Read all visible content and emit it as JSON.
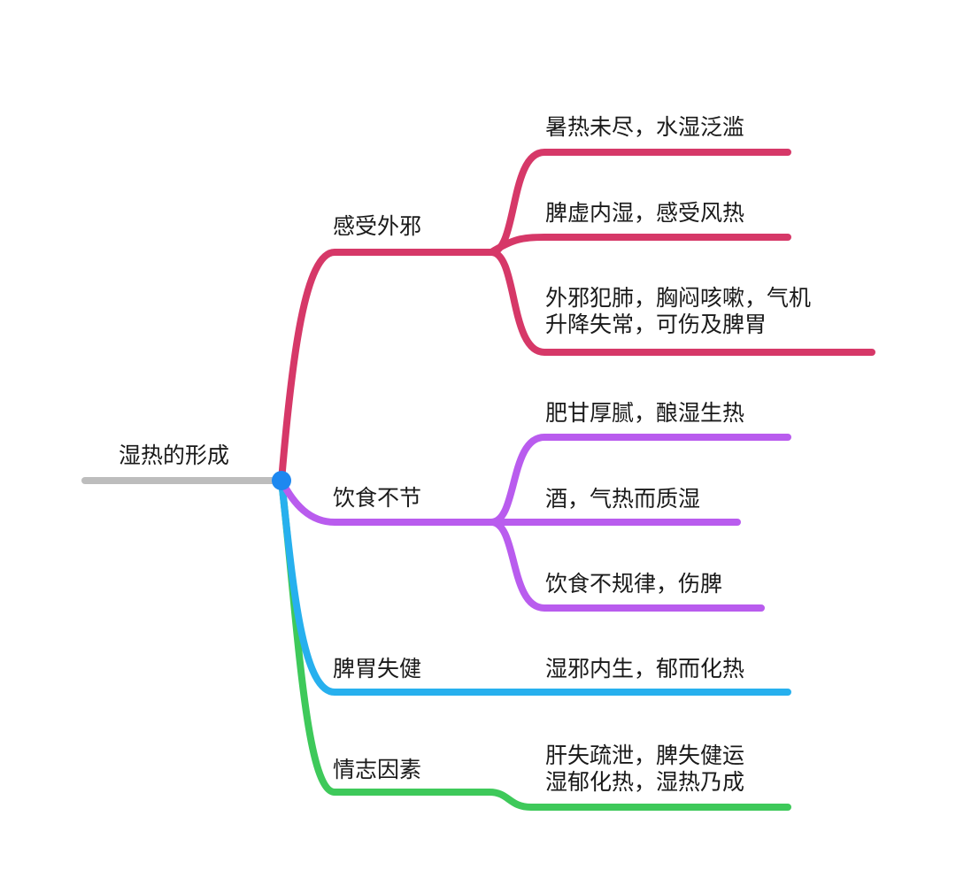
{
  "diagram": {
    "root": {
      "label": "湿热的形成",
      "line_color": "#bdbdbd",
      "dot_color": "#1e88f0"
    },
    "branches": [
      {
        "id": "ganshou-waixie",
        "label": "感受外邪",
        "color": "#d63868",
        "children": [
          {
            "lines": [
              "暑热未尽，水湿泛滥"
            ]
          },
          {
            "lines": [
              "脾虚内湿，感受风热"
            ]
          },
          {
            "lines": [
              "外邪犯肺，胸闷咳嗽，气机",
              "升降失常，可伤及脾胃"
            ]
          }
        ]
      },
      {
        "id": "yinshi-bujie",
        "label": "饮食不节",
        "color": "#b95cee",
        "children": [
          {
            "lines": [
              "肥甘厚腻，酿湿生热"
            ]
          },
          {
            "lines": [
              "酒，气热而质湿"
            ]
          },
          {
            "lines": [
              "饮食不规律，伤脾"
            ]
          }
        ]
      },
      {
        "id": "piwei-shijian",
        "label": "脾胃失健",
        "color": "#27b0ee",
        "children": [
          {
            "lines": [
              "湿邪内生，郁而化热"
            ]
          }
        ]
      },
      {
        "id": "qingzhi-yinsu",
        "label": "情志因素",
        "color": "#3ec95a",
        "children": [
          {
            "lines": [
              "肝失疏泄，脾失健运",
              "湿郁化热，湿热乃成"
            ]
          }
        ]
      }
    ]
  }
}
